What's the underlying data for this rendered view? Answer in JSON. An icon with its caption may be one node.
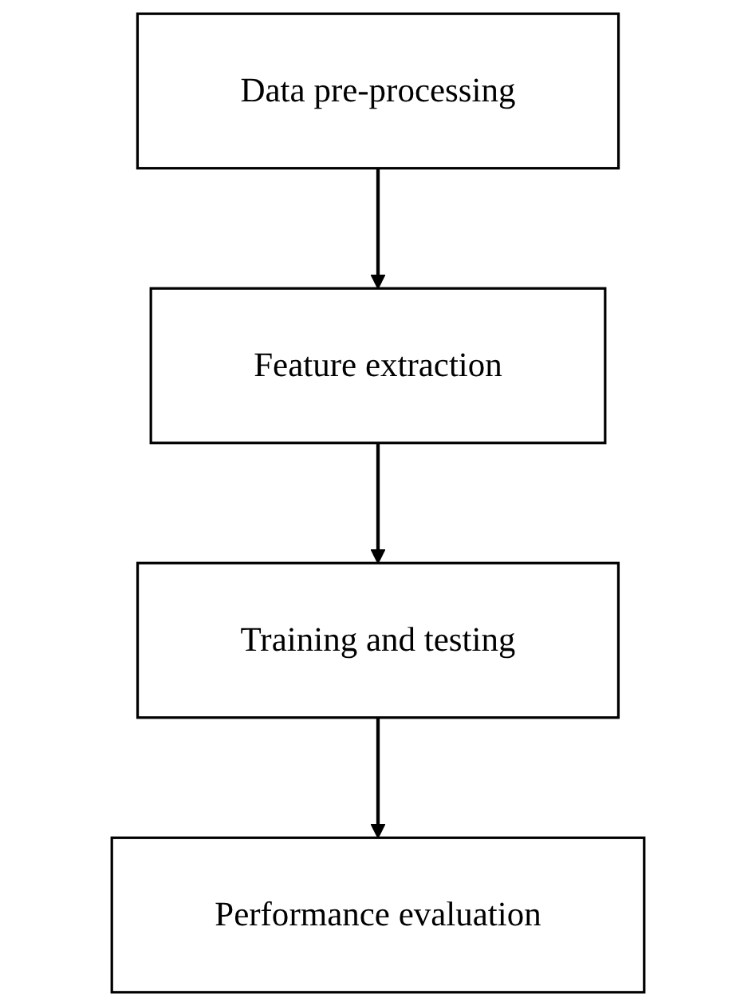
{
  "diagram": {
    "nodes": [
      {
        "text": [
          "Data pre-processing"
        ]
      },
      {
        "text": [
          "Feature extraction"
        ]
      },
      {
        "text": [
          "Training and testing"
        ]
      },
      {
        "text": [
          "Performance evaluation"
        ]
      }
    ],
    "edges": [
      {
        "from": 0,
        "to": 1,
        "arrow": "to"
      },
      {
        "from": 1,
        "to": 2,
        "arrow": "to"
      },
      {
        "from": 2,
        "to": 3,
        "arrow": "to"
      }
    ]
  }
}
